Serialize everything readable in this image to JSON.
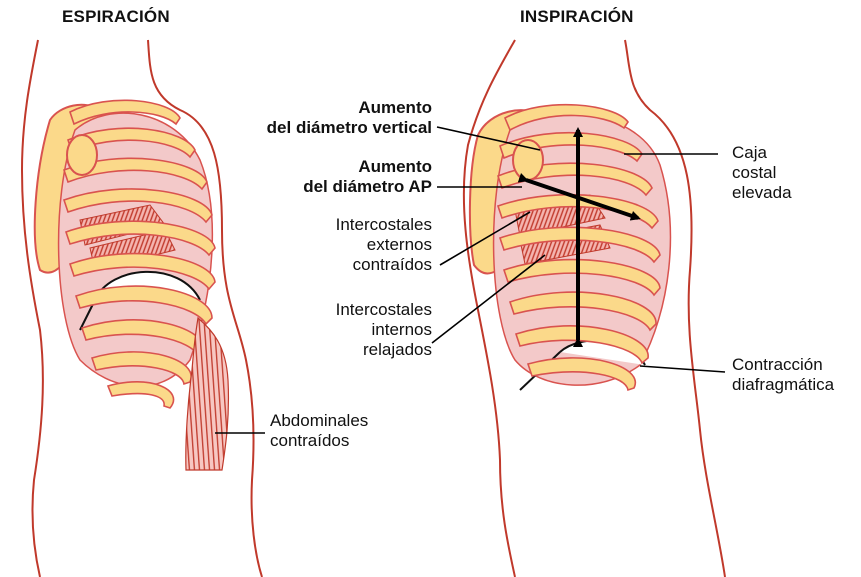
{
  "panels": {
    "left_title": "ESPIRACIÓN",
    "right_title": "INSPIRACIÓN"
  },
  "labels": {
    "vertical": [
      "Aumento",
      "del diámetro vertical"
    ],
    "ap": [
      "Aumento",
      "del diámetro AP"
    ],
    "ext_intercostals": [
      "Intercostales",
      "externos",
      "contraídos"
    ],
    "int_intercostals": [
      "Intercostales",
      "internos",
      "relajados"
    ],
    "ribcage": [
      "Caja",
      "costal",
      "elevada"
    ],
    "diaphragm": [
      "Contracción",
      "diafragmática"
    ],
    "abdominals": [
      "Abdominales",
      "contraídos"
    ]
  },
  "colors": {
    "outline": "#c0392b",
    "bone_fill": "#fbd98a",
    "bone_edge": "#d9534f",
    "lung": "#f3c9c9",
    "muscle": "#c0392b",
    "text": "#111111",
    "arrow": "#000000"
  }
}
